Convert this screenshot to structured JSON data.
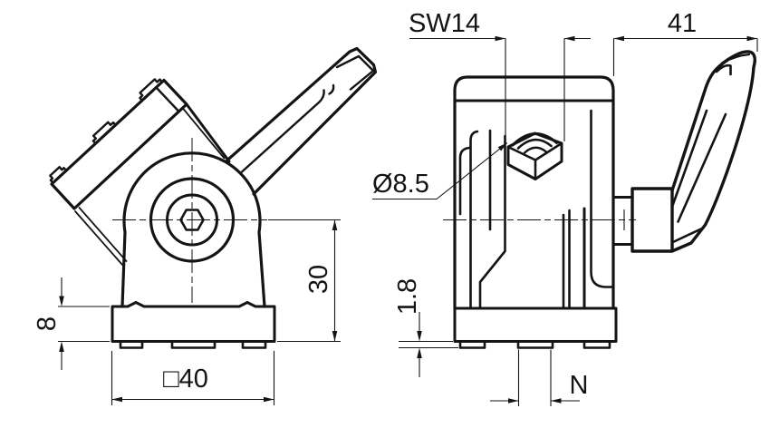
{
  "page": {
    "background": "#ffffff",
    "line_color": "#141414"
  },
  "drawing": {
    "kind": "technical-drawing-pivot-joint",
    "views": {
      "front": "front-view",
      "side": "side-view"
    },
    "dims": {
      "wrench_size": "SW14",
      "lever_length": "41",
      "hole_diameter": "Ø8.5",
      "base_square": "□40",
      "pivot_height": "30",
      "base_height": "8",
      "foot_height": "1.8",
      "slot_width": "N"
    }
  }
}
